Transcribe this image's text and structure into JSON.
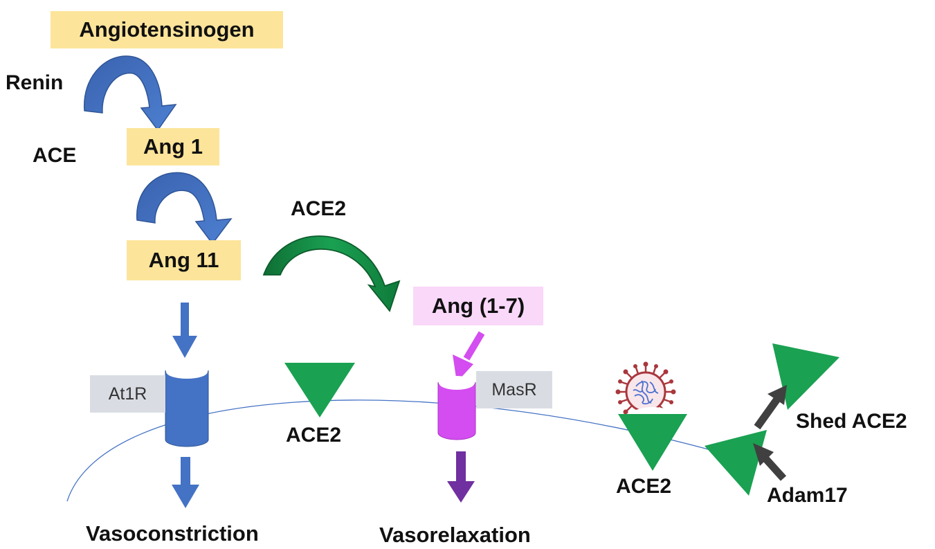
{
  "pathway": {
    "angiotensinogen": "Angiotensinogen",
    "renin": "Renin",
    "ace": "ACE",
    "ang1": "Ang 1",
    "ang2": "Ang 11",
    "ace2_enzyme": "ACE2",
    "ang17": "Ang (1-7)"
  },
  "receptors": {
    "at1r": "At1R",
    "masr": "MasR",
    "ace2_membrane": "ACE2",
    "ace2_bound": "ACE2",
    "shed_ace2": "Shed ACE2",
    "adam17": "Adam17"
  },
  "outcomes": {
    "vasoconstriction": "Vasoconstriction",
    "vasorelaxation": "Vasorelaxation"
  },
  "colors": {
    "blue": "#4472c4",
    "dark_blue": "#2f5597",
    "green": "#1aa152",
    "dark_green": "#0f6e35",
    "magenta": "#d44df0",
    "purple": "#7030a0",
    "yellow_box": "#fce49a",
    "pink_box": "#f9d8f9",
    "grey_box": "#d9dde3",
    "virus": "#a9373d",
    "dark_arrow": "#404040"
  },
  "icons": {
    "virus": "coronavirus-icon"
  }
}
